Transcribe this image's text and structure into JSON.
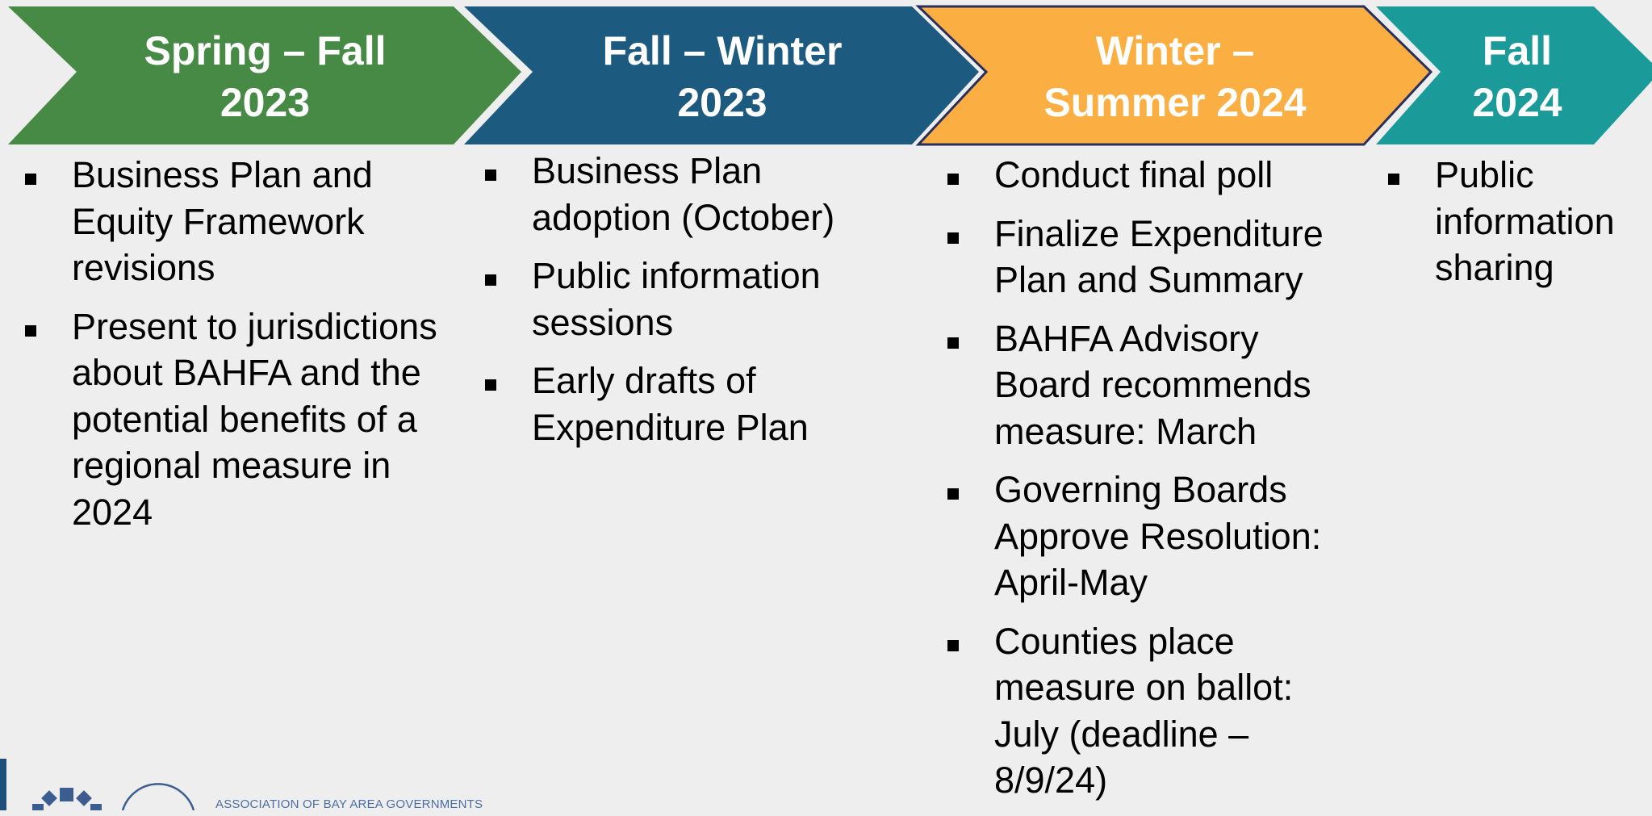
{
  "phases": [
    {
      "title": "Spring – Fall\n2023",
      "color": "#468a45",
      "items": [
        "Business Plan and Equity Framework revisions",
        "Present to jurisdictions about BAHFA and the potential benefits of a regional measure in 2024"
      ]
    },
    {
      "title": "Fall – Winter\n2023",
      "color": "#1c5a80",
      "items": [
        "Business Plan adoption (October)",
        "Public information sessions",
        "Early drafts of Expenditure Plan"
      ]
    },
    {
      "title": "Winter  –\nSummer 2024",
      "color": "#fbae42",
      "items": [
        "Conduct final poll",
        "Finalize Expenditure Plan and Summary",
        "BAHFA Advisory Board recommends measure: March",
        "Governing Boards Approve Resolution: April-May",
        "Counties place measure on ballot: July (deadline – 8/9/24)"
      ]
    },
    {
      "title": "Fall\n2024",
      "color": "#1b9a9a",
      "items": [
        "Public information sharing"
      ]
    }
  ],
  "footer": {
    "org_text": "ASSOCIATION OF BAY AREA GOVERNMENTS"
  }
}
